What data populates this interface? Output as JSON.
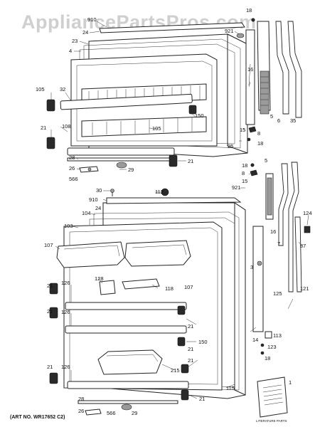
{
  "watermark": "AppliancePartsPros.com",
  "art_number": "(ART NO. WR17652 C2)",
  "literature_label": "LITERATURE PARTS",
  "callouts": {
    "c18a": "18",
    "c910a": "910",
    "c24a": "24",
    "c921a": "921",
    "c23": "23",
    "c4": "4",
    "c105a": "105",
    "c32": "32",
    "c150a": "150",
    "c16a": "16",
    "c105b": "105",
    "c15a": "15",
    "c25": "25",
    "c5a": "5",
    "c6": "6",
    "c35": "35",
    "c8a": "8",
    "c18b": "18",
    "c21a": "21",
    "c108": "108",
    "c28a": "28",
    "c26a": "26",
    "c566a": "566",
    "c29a": "29",
    "c21b": "21",
    "c18c": "18",
    "c8b": "8",
    "c5b": "5",
    "c15b": "15",
    "c30": "30",
    "c112": "112",
    "c910b": "910",
    "c921b": "921",
    "c24b": "24",
    "c104": "104",
    "c103": "103",
    "c107a": "107",
    "c128": "128",
    "c118": "118",
    "c107b": "107",
    "c21c": "21",
    "c126a": "126",
    "c21d": "21",
    "c126b": "126",
    "c21e": "21",
    "c21f": "21",
    "c150b": "150",
    "c21g": "21",
    "c126c": "126",
    "c215": "215",
    "c21h": "21",
    "c28b": "28",
    "c26b": "26",
    "c566b": "566",
    "c29b": "29",
    "c21i": "21",
    "c115": "115",
    "c16b": "16",
    "c3": "3",
    "c125": "125",
    "c14": "14",
    "c113": "113",
    "c123": "123",
    "c18d": "18",
    "c1": "1",
    "c124": "124",
    "c7": "7",
    "c87": "87",
    "c121": "121"
  }
}
